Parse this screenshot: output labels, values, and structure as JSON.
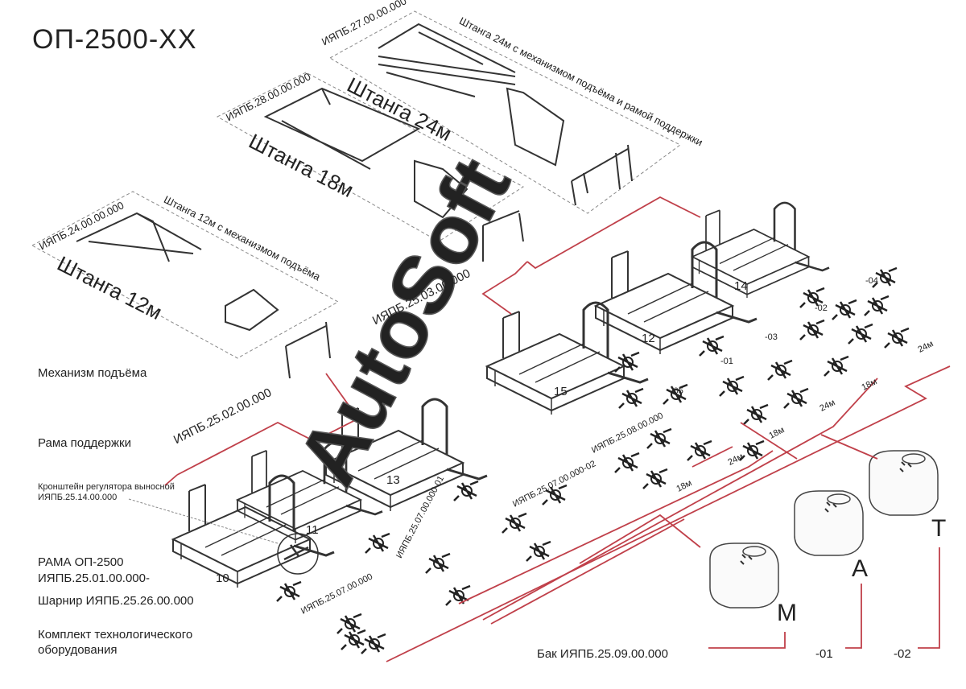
{
  "title": "ОП-2500-ХХ",
  "watermark": "AutoSoft",
  "colors": {
    "line": "#c0404a",
    "drawing": "#333333",
    "dash": "#888888"
  },
  "boom_groups": [
    {
      "code": "ИЯПБ.27.00.00.000",
      "name": "Штанга 24м",
      "caption": "Штанга 24м с механизмом подъёма и рамой поддержки"
    },
    {
      "code": "ИЯПБ.28.00.00.000",
      "name": "Штанга 18м"
    },
    {
      "code": "ИЯПБ.24.00.00.000",
      "name": "Штанга 12м",
      "caption": "Штанга 12м с механизмом подъёма"
    }
  ],
  "part_codes": {
    "frame_support": "ИЯПБ.25.03.00.000",
    "lift_mechanism": "ИЯПБ.25.02.00.000",
    "equipment_set": "ИЯПБ.25.08.00.000",
    "eq_02": "ИЯПБ.25.07.00.000-02",
    "eq_01": "ИЯПБ.25.07.00.000-01",
    "eq_base": "ИЯПБ.25.07.00.000"
  },
  "left_labels": {
    "lift": "Механизм подъёма",
    "support": "Рама поддержки",
    "bracket_line1": "Кронштейн регулятора выносной",
    "bracket_line2": "ИЯПБ.25.14.00.000",
    "frame_line1": "РАМА ОП-2500",
    "frame_line2": "ИЯПБ.25.01.00.000-",
    "hinge": "Шарнир ИЯПБ.25.26.00.000",
    "kit_line1": "Комплект технологического",
    "kit_line2": "оборудования"
  },
  "frame_numbers": [
    "10",
    "11",
    "13",
    "15",
    "12",
    "14"
  ],
  "variants": [
    "-01",
    "-02",
    "-03",
    "-04",
    "-05"
  ],
  "boom_lengths": [
    "18м",
    "24м",
    "18м",
    "24м",
    "18м",
    "24м"
  ],
  "tank": {
    "label": "Бак ИЯПБ.25.09.00.000",
    "letters": [
      "M",
      "A",
      "T"
    ],
    "suffixes": [
      "-01",
      "-02"
    ]
  }
}
